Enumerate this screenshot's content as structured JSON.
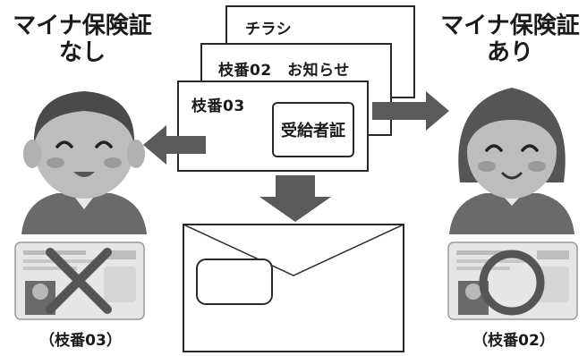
{
  "left": {
    "title_line1": "マイナ保険証",
    "title_line2": "なし",
    "caption": "（枝番03）"
  },
  "right": {
    "title_line1": "マイナ保険証",
    "title_line2": "あり",
    "caption": "（枝番02）"
  },
  "documents": {
    "sheet_back": "チラシ",
    "sheet_middle": "枝番02　お知らせ",
    "sheet_front": "枝番03",
    "badge": "受給者証"
  },
  "colors": {
    "arrow": "#5a5a5a",
    "outline": "#2a2a2a",
    "mark": "#555555"
  },
  "icons": {
    "left_person": "elderly-man-icon",
    "right_person": "elderly-woman-icon",
    "left_card_mark": "cross-mark-icon",
    "right_card_mark": "circle-mark-icon",
    "envelope": "window-envelope-icon"
  }
}
